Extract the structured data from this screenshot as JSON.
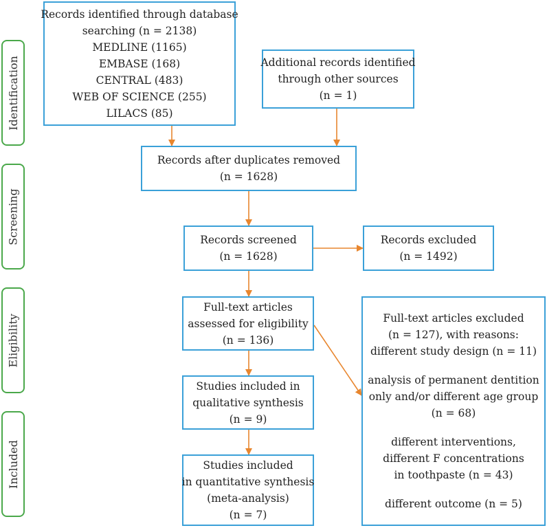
{
  "stages": [
    "Identification",
    "Screening",
    "Eligibility",
    "Included"
  ],
  "boxes": {
    "database": [
      "Records identified through database",
      "searching (n = 2138)",
      "MEDLINE (1165)",
      "EMBASE (168)",
      "CENTRAL (483)",
      "WEB OF SCIENCE (255)",
      "LILACS (85)"
    ],
    "other": [
      "Additional records identified",
      "through other sources",
      "(n = 1)"
    ],
    "duplicates": [
      "Records after duplicates removed",
      "(n = 1628)"
    ],
    "screened": [
      "Records screened",
      "(n = 1628)"
    ],
    "excluded": [
      "Records excluded",
      "(n = 1492)"
    ],
    "fulltext": [
      "Full-text articles",
      "assessed for eligibility",
      "(n = 136)"
    ],
    "fulltext_excluded": {
      "g1": [
        "Full-text articles excluded",
        "(n = 127), with reasons:",
        "different study design (n = 11)"
      ],
      "g2": [
        "analysis of permanent dentition",
        "only and/or different age group",
        "(n = 68)"
      ],
      "g3": [
        "different interventions,",
        "different F concentrations",
        "in toothpaste (n = 43)"
      ],
      "g4": [
        "different outcome (n = 5)"
      ]
    },
    "qualitative": [
      "Studies included in",
      "qualitative synthesis",
      "(n = 9)"
    ],
    "quantitative": [
      "Studies included",
      "in quantitative synthesis",
      "(meta-analysis)",
      "(n = 7)"
    ]
  },
  "colors": {
    "stage_border": "#4aa84a",
    "box_border": "#3aa0d8",
    "arrow": "#e8862e"
  }
}
